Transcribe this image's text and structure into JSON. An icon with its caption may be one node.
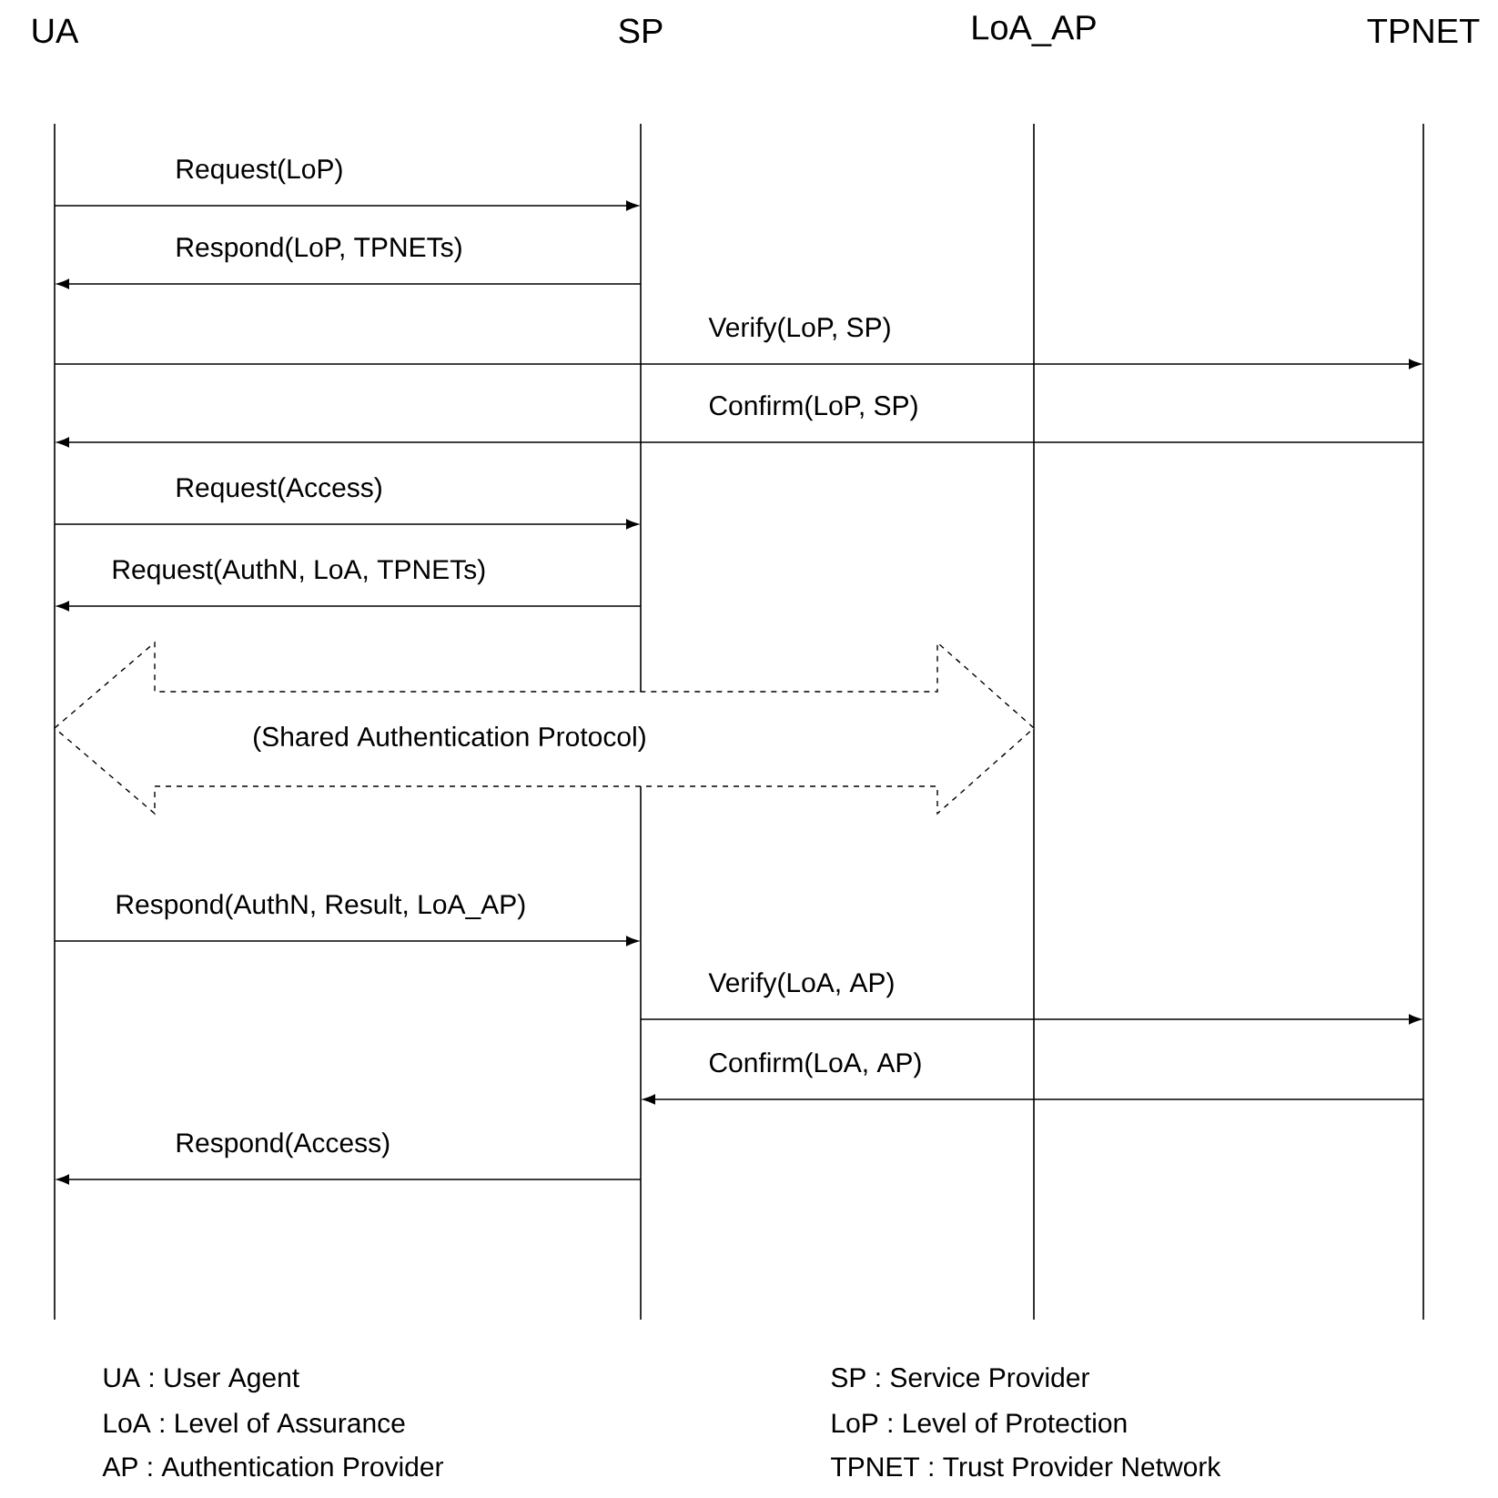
{
  "diagram": {
    "nodes": [
      {
        "text": [],
        "shape": "line",
        "beside": [
          "UA"
        ]
      },
      {
        "text": [],
        "shape": "line",
        "beside": [
          "SP"
        ]
      },
      {
        "text": [],
        "shape": "line",
        "beside": [
          "LoA_AP"
        ]
      },
      {
        "text": [],
        "shape": "line",
        "beside": [
          "TPNET"
        ]
      },
      {
        "text": [
          "(Shared Authentication Protocol)"
        ]
      }
    ],
    "edges": [
      {
        "from": 0,
        "to": 1,
        "arrow": "to",
        "label": "Request(LoP)"
      },
      {
        "from": 1,
        "to": 0,
        "arrow": "to",
        "label": "Respond(LoP, TPNETs)"
      },
      {
        "from": 0,
        "to": 3,
        "arrow": "to",
        "label": "Verify(LoP, SP)"
      },
      {
        "from": 3,
        "to": 0,
        "arrow": "to",
        "label": "Confirm(LoP, SP)"
      },
      {
        "from": 0,
        "to": 1,
        "arrow": "to",
        "label": "Request(Access)"
      },
      {
        "from": 1,
        "to": 0,
        "arrow": "to",
        "label": "Request(AuthN, LoA, TPNETs)"
      },
      {
        "from": 0,
        "to": 1,
        "arrow": "to",
        "label": "Respond(AuthN, Result, LoA_AP)"
      },
      {
        "from": 1,
        "to": 3,
        "arrow": "to",
        "label": "Verify(LoA, AP)"
      },
      {
        "from": 3,
        "to": 1,
        "arrow": "to",
        "label": "Confirm(LoA, AP)"
      },
      {
        "from": 1,
        "to": 0,
        "arrow": "to",
        "label": "Respond(Access)"
      }
    ],
    "labels": [
      "UA : User Agent",
      "SP : Service Provider",
      "LoA : Level of Assurance",
      "LoP : Level of Protection",
      "AP : Authentication Provider",
      "TPNET : Trust Provider Network"
    ]
  }
}
